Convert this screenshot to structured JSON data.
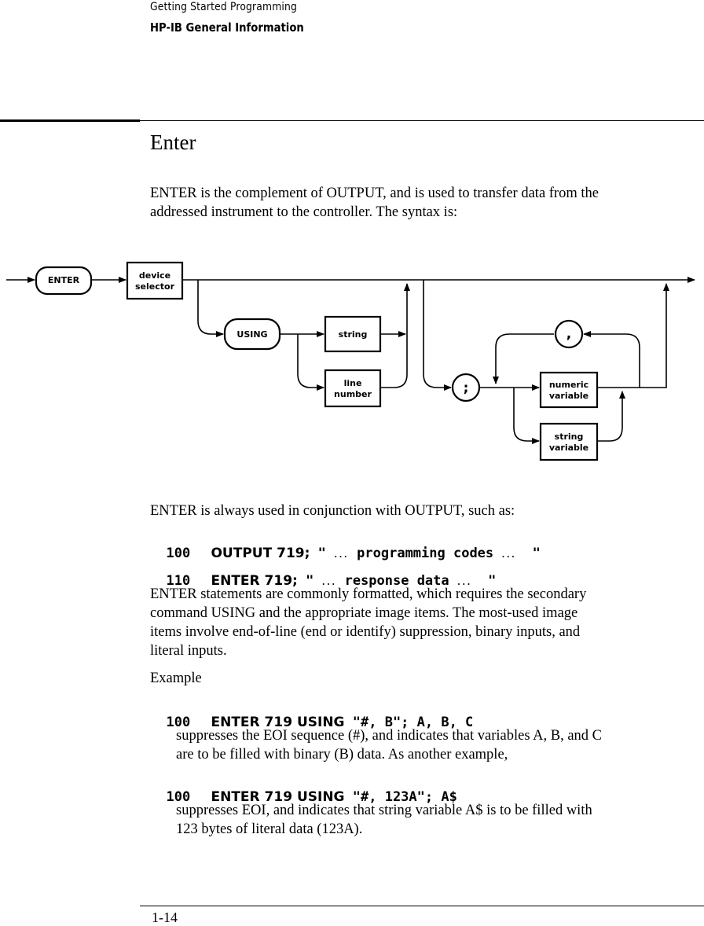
{
  "header": {
    "section": "Getting Started Programming",
    "subsection": "HP-IB General Information"
  },
  "title": "Enter",
  "intro": {
    "line1": "ENTER is the complement of OUTPUT, and is used to transfer data from the",
    "line2": "addressed instrument to the controller.  The syntax is:"
  },
  "diagram": {
    "enter": "ENTER",
    "device_selector": [
      "device",
      "selector"
    ],
    "using": "USING",
    "string": "string",
    "line_number": [
      "line",
      "number"
    ],
    "semicolon": ";",
    "comma": ",",
    "numeric_variable": [
      "numeric",
      "variable"
    ],
    "string_variable": [
      "string",
      "variable"
    ]
  },
  "conjunction": "ENTER is always used in conjunction with OUTPUT, such as:",
  "code1": {
    "line": "100",
    "kw": "OUTPUT 719;",
    "q1": "\"",
    "e1": "...",
    "body": "programming codes",
    "e2": "...",
    "q2": "\""
  },
  "code2": {
    "line": "110",
    "kw": "ENTER 719;",
    "q1": "\"",
    "e1": "...",
    "body": "response data",
    "e2": "...",
    "q2": "\""
  },
  "formatted_para": {
    "l1": "ENTER statements are commonly formatted, which requires the secondary",
    "l2": "command USING and the appropriate image items.  The most-used image",
    "l3": "items involve end-of-line (end or identify) suppression, binary inputs, and",
    "l4": "literal inputs."
  },
  "example_label": "Example",
  "code3": {
    "line": "100",
    "kw": "ENTER 719 USING",
    "rest": "\"#, B\"; A, B, C"
  },
  "explain1": {
    "l1": "suppresses the EOI sequence (#), and indicates that variables A, B, and C",
    "l2": "are to be filled with binary (B) data.  As another example,"
  },
  "code4": {
    "line": "100",
    "kw": "ENTER 719 USING",
    "rest": "\"#, 123A\"; A$"
  },
  "explain2": {
    "l1": "suppresses EOI, and indicates that string variable A$ is to be filled with",
    "l2": "123 bytes of literal data (123A)."
  },
  "footer": {
    "page": "1-14"
  }
}
